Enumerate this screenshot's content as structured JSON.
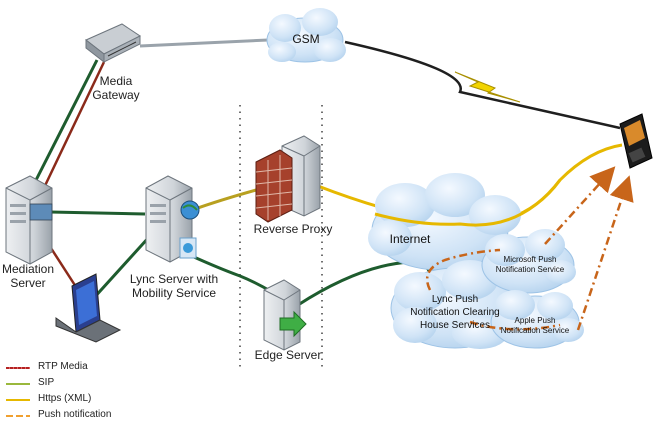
{
  "nodes": {
    "gsm": "GSM",
    "media_gateway": [
      "Media",
      "Gateway"
    ],
    "reverse_proxy": "Reverse Proxy",
    "internet": "Internet",
    "mediation_server": [
      "Mediation",
      "Server"
    ],
    "lync_server": [
      "Lync Server with",
      "Mobility Service"
    ],
    "edge_server": "Edge Server",
    "ms_push": [
      "Microsoft Push",
      "Notification Service"
    ],
    "lync_push": [
      "Lync Push",
      "Notification Clearing",
      "House Services"
    ],
    "apple_push": [
      "Apple Push",
      "Notification Service"
    ]
  },
  "legend": [
    {
      "label": "RTP Media",
      "color": "#b22222"
    },
    {
      "label": "SIP",
      "color": "#9ab83c"
    },
    {
      "label": "Https (XML)",
      "color": "#e6b800"
    },
    {
      "label": "Push notification",
      "color": "#f0a030"
    }
  ],
  "colors": {
    "cloud": "#cfe3f6",
    "cloud_edge": "#9dc3e6",
    "server": "#d9dde2",
    "line_gray": "#9aa3ab",
    "line_green": "#1e5c2e",
    "line_yellow": "#e6b800",
    "line_red": "#8b2a1a",
    "push_dash": "#c8651a",
    "lightning": "#f2d400"
  }
}
